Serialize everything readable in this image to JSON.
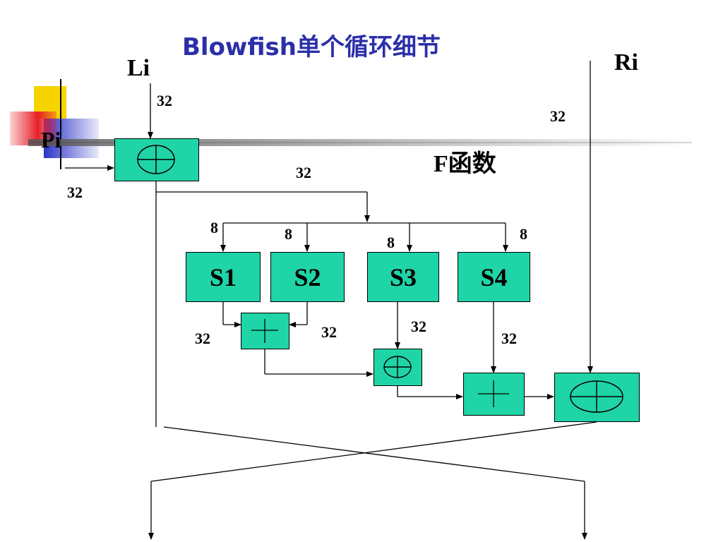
{
  "title": "Blowfish单个循环细节",
  "labels": {
    "li": "Li",
    "ri": "Ri",
    "pi": "Pi",
    "f_function": "F函数"
  },
  "bit_widths": {
    "li_in": "32",
    "pi_in": "32",
    "ri_in": "32",
    "f_in": "32",
    "s1_in": "8",
    "s2_in": "8",
    "s3_in": "8",
    "s4_in": "8",
    "s1_out": "32",
    "s2_out": "32",
    "s3_out": "32",
    "s4_out": "32"
  },
  "sboxes": [
    "S1",
    "S2",
    "S3",
    "S4"
  ],
  "colors": {
    "box_fill": "#1fd4a6",
    "title": "#2b2fa8",
    "deco_yellow": "#f5d400",
    "deco_red": "#e8202a",
    "deco_blue": "#2b33c8"
  },
  "icons": [
    "xor-symbol",
    "add-mod-symbol"
  ]
}
